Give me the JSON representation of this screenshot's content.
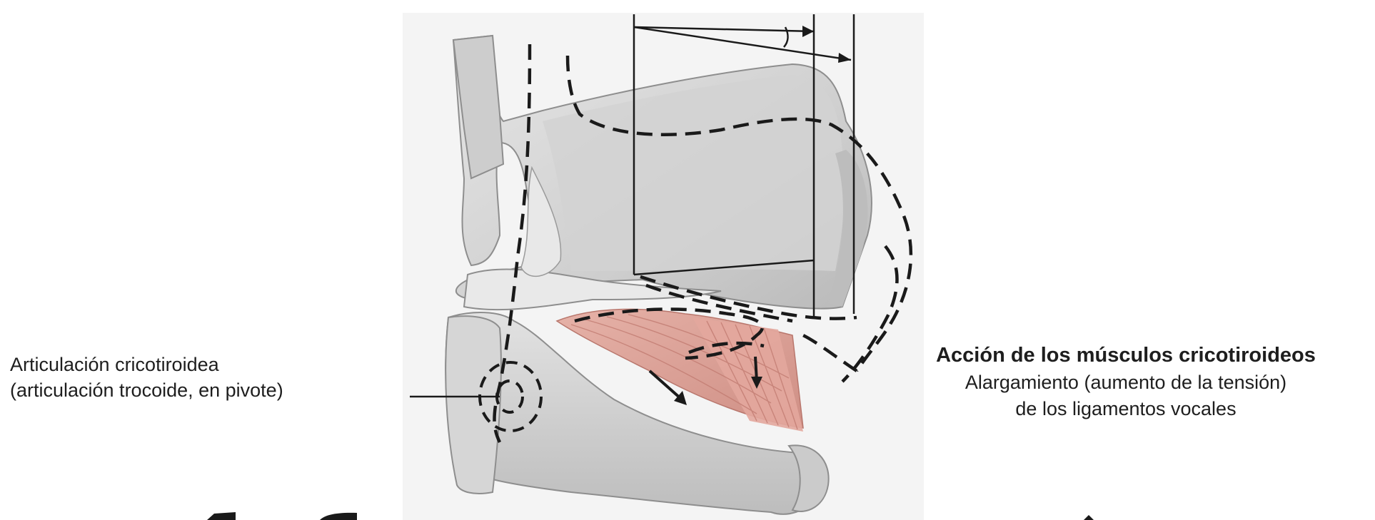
{
  "labels": {
    "joint_line1": "Articulación cricotiroidea",
    "joint_line2": "(articulación trocoide, en pivote)",
    "action_title": "Acción de los músculos cricotiroideos",
    "action_line1": "Alargamiento (aumento de la tensión)",
    "action_line2": "de los ligamentos vocales"
  },
  "colors": {
    "cartilage_light": "#e4e4e4",
    "cartilage_mid": "#c9c9c9",
    "cartilage_dark": "#9e9e9e",
    "muscle": "#e2a89e",
    "muscle_dark": "#c98279",
    "line": "#1a1a1a"
  }
}
